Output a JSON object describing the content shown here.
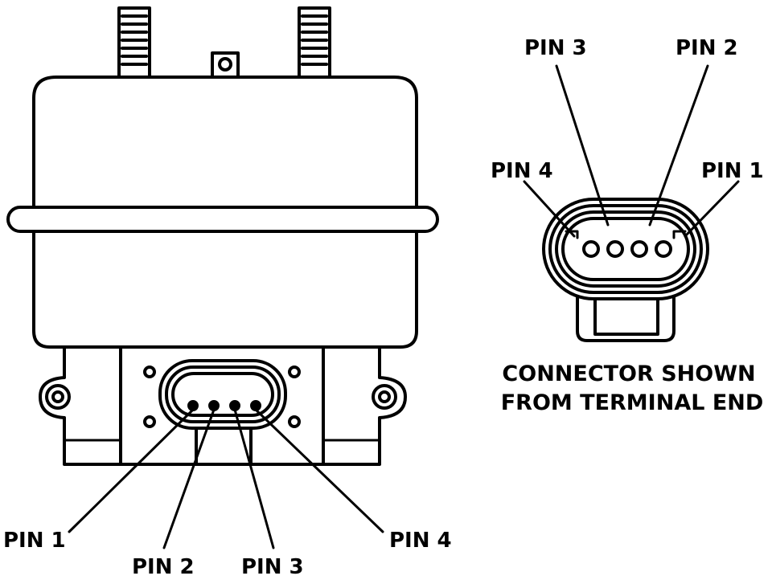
{
  "component": {
    "pin_labels": [
      "PIN 1",
      "PIN 2",
      "PIN 3",
      "PIN 4"
    ]
  },
  "connector_view": {
    "pin_labels": [
      "PIN 4",
      "PIN 3",
      "PIN 2",
      "PIN 1"
    ],
    "caption_lines": [
      "CONNECTOR SHOWN",
      "FROM TERMINAL END"
    ]
  },
  "colors": {
    "line": "#000000",
    "background": "#ffffff"
  }
}
